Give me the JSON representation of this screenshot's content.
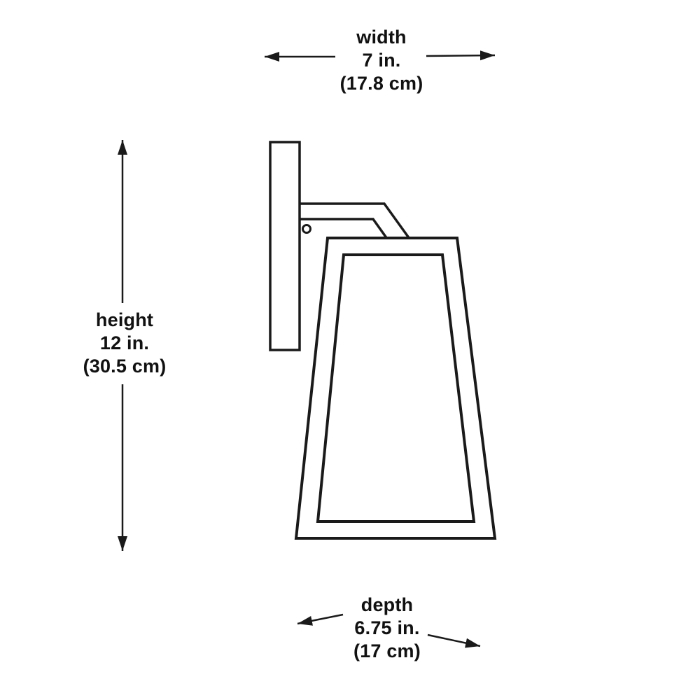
{
  "diagram": {
    "subject": "wall-sconce-line-drawing",
    "line_color": "#1a1a1a",
    "background_color": "#ffffff",
    "dimensions": {
      "width": {
        "label": "width",
        "inches": "7 in.",
        "centimeters": "(17.8 cm)"
      },
      "height": {
        "label": "height",
        "inches": "12 in.",
        "centimeters": "(30.5 cm)"
      },
      "depth": {
        "label": "depth",
        "inches": "6.75 in.",
        "centimeters": "(17 cm)"
      }
    }
  }
}
